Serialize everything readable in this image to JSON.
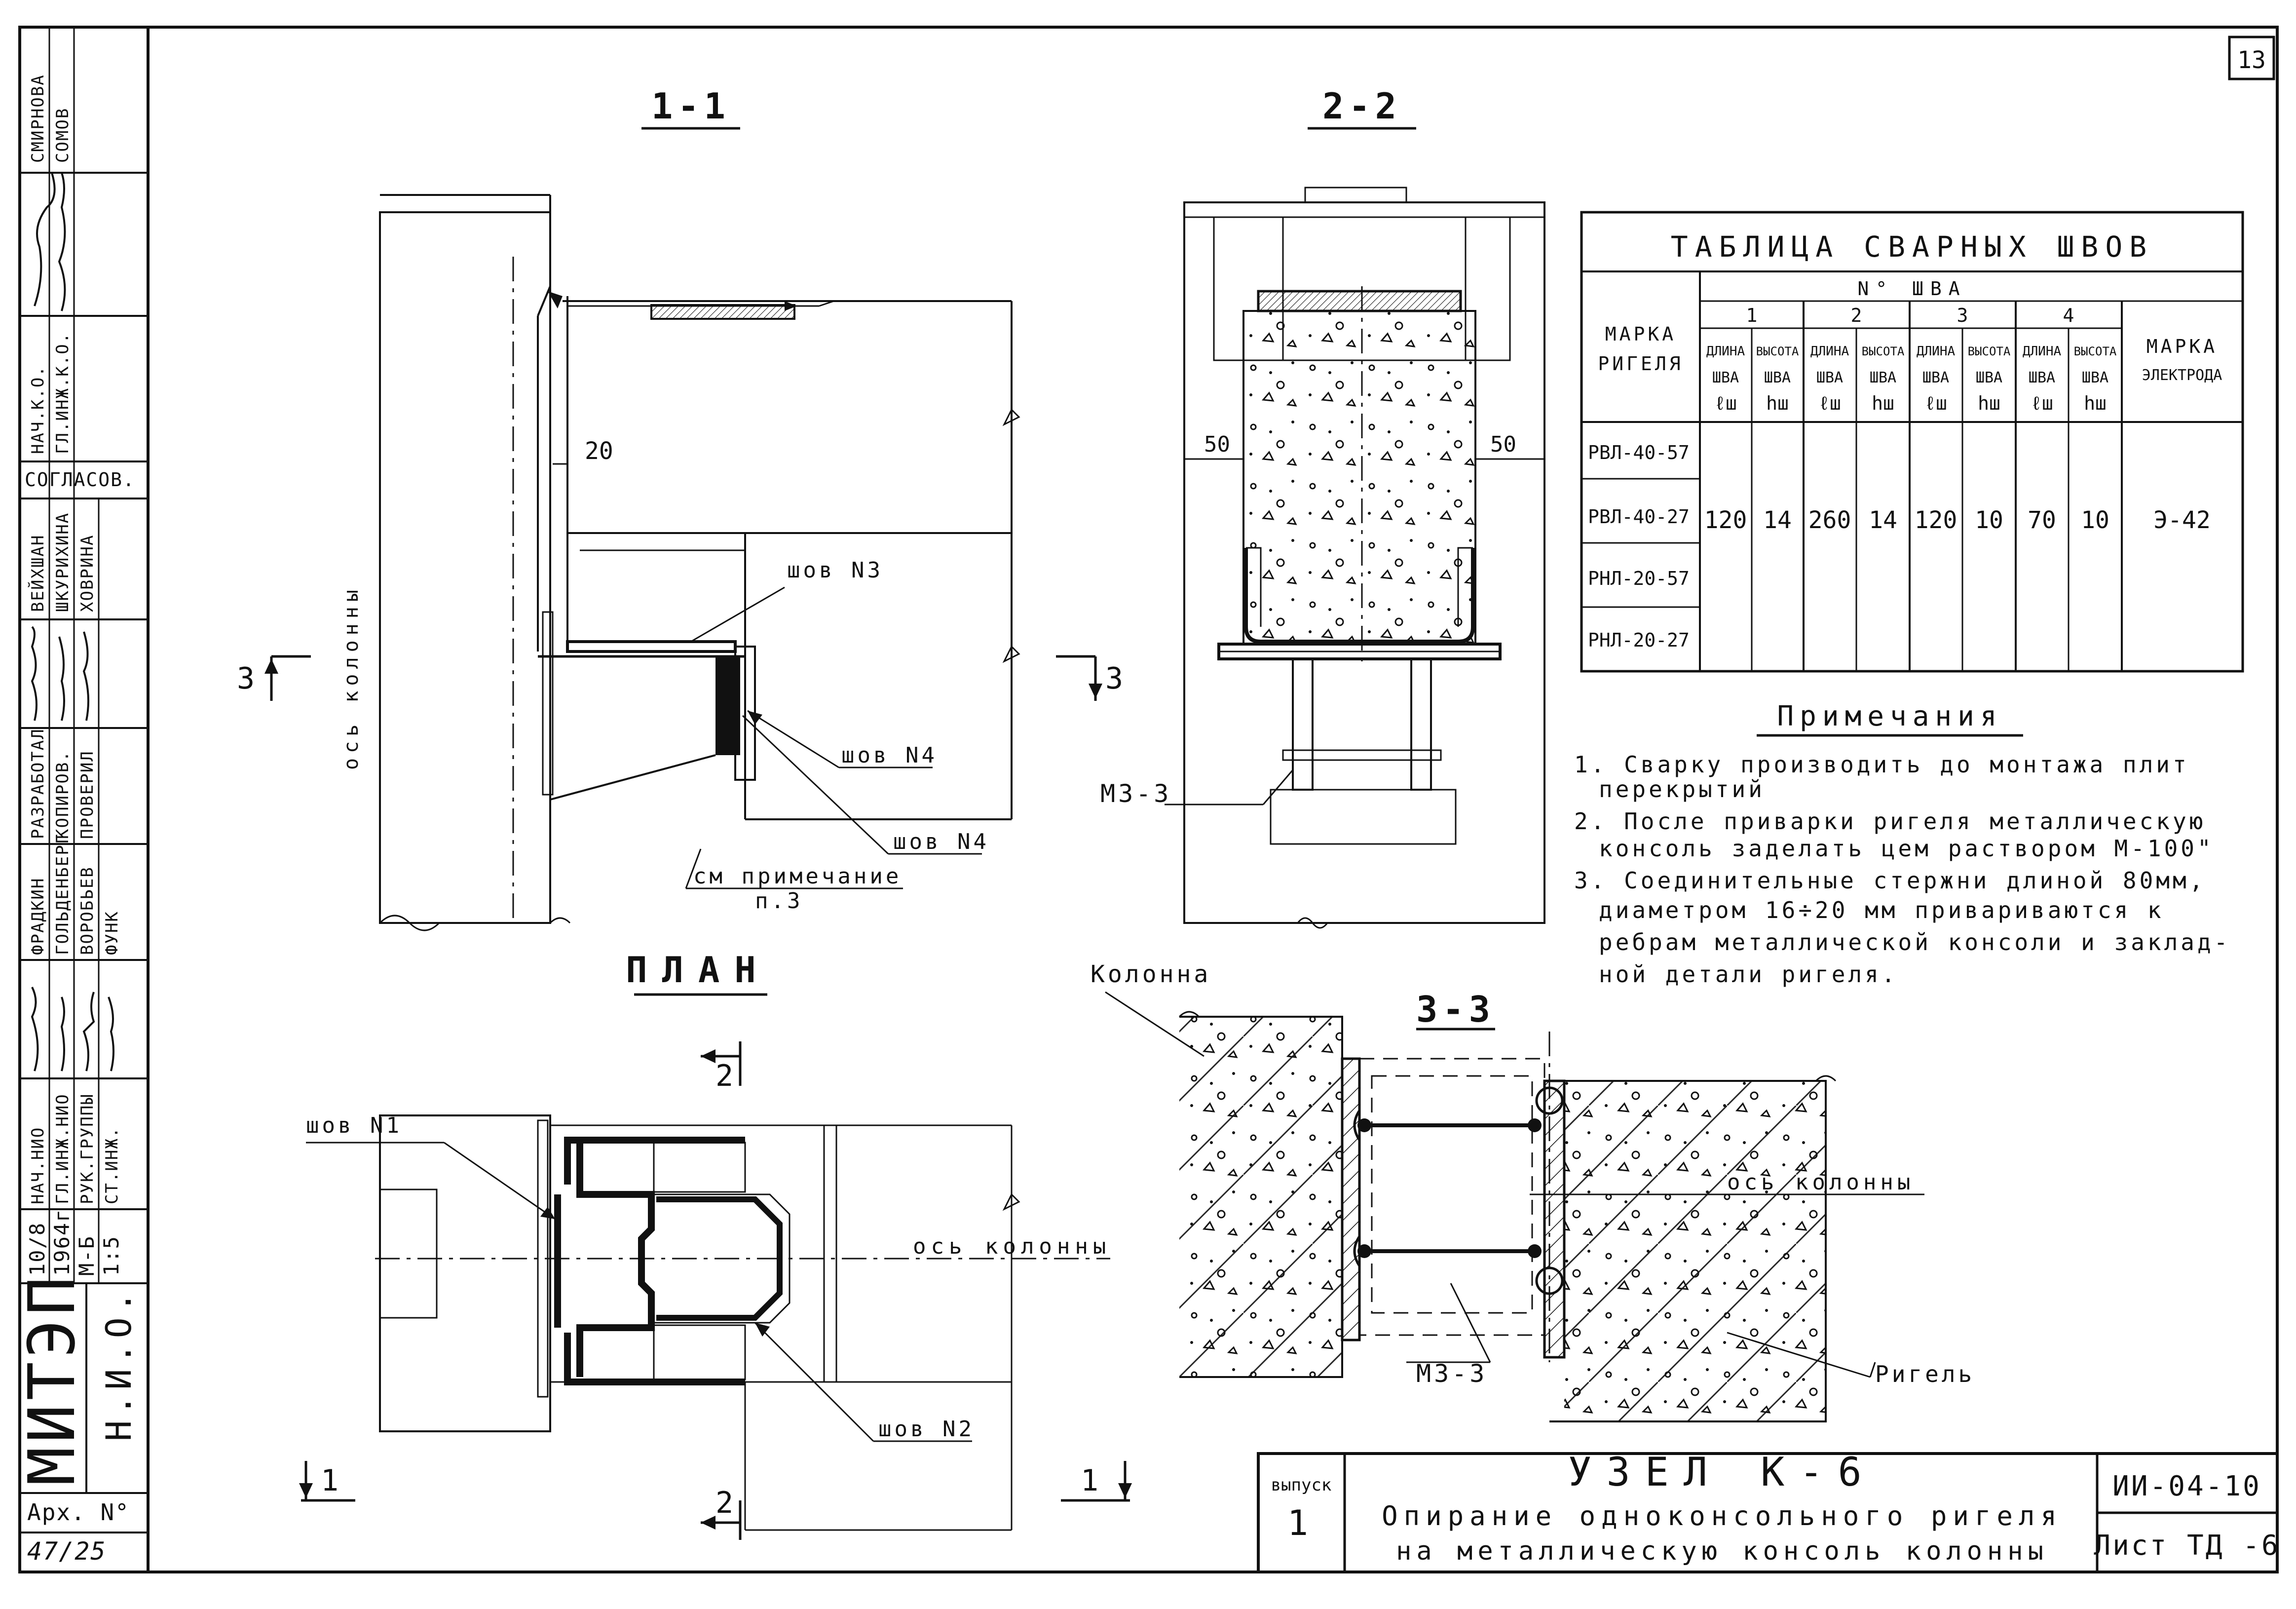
{
  "page_number": "13",
  "sections": {
    "s11": "1-1",
    "s22": "2-2",
    "s33": "3-3",
    "plan": "ПЛАН",
    "cut3_left": "3",
    "cut3_right": "3",
    "cut2_top": "2",
    "cut2_bottom": "2",
    "cut1_left": "1",
    "cut1_right": "1"
  },
  "labels": {
    "axis_vertical": "ось колонны",
    "axis_plan": "ось колонны",
    "axis_33": "ось колонны",
    "dim_20": "20",
    "dim_50_left": "50",
    "dim_50_right": "50",
    "weld3": "шов N3",
    "weld4a": "шов N4",
    "weld4b": "шов N4",
    "weld1": "шов N1",
    "weld2": "шов N2",
    "note_ref": "см примечание",
    "note_ref2": "п.3",
    "m33_a": "М3-3",
    "m33_b": "М3-3",
    "column": "Колонна",
    "rigel": "Ригель"
  },
  "weld_table": {
    "title": "ТАБЛИЦА СВАРНЫХ ШВОВ",
    "col_mark": [
      "МАРКА",
      "РИГЕЛЯ"
    ],
    "col_weld_no": "N° ШВА",
    "weld_numbers": [
      "1",
      "2",
      "3",
      "4"
    ],
    "sub_length": [
      "ДЛИНА",
      "ШВА",
      "ℓш"
    ],
    "sub_height": [
      "ВЫСОТА",
      "ШВА",
      "hш"
    ],
    "col_electrode": [
      "МАРКА",
      "ЭЛЕКТРОДА"
    ],
    "rows": [
      "РВЛ-40-57",
      "РВЛ-40-27",
      "РНЛ-20-57",
      "РНЛ-20-27"
    ],
    "values": [
      "120",
      "14",
      "260",
      "14",
      "120",
      "10",
      "70",
      "10",
      "Э-42"
    ]
  },
  "notes": {
    "heading": "Примечания",
    "lines": [
      "1. Сварку производить до монтажа плит",
      "перекрытий",
      "2. После приварки ригеля металлическую",
      "консоль заделать цем раствором М-100\"",
      "3. Соединительные стержни длиной 80мм,",
      "диаметром 16÷20 мм привариваются к",
      "ребрам металлической консоли и заклад-",
      "ной детали ригеля."
    ]
  },
  "title_block": {
    "issue_label": "выпуск",
    "issue_no": "1",
    "title_1": "УЗЕЛ К-6",
    "title_2": "Опирание одноконсольного ригеля",
    "title_3": "на металлическую консоль колонны",
    "code": "ИИ-04-10",
    "sheet": "Лист ТД -6"
  },
  "side_stamp": {
    "org": "МИТЭП",
    "dept": "Н.И.О.",
    "arch_label": "Арх. N°",
    "arch_no": "47/25",
    "date": "10/8",
    "year": "1964г",
    "scale_m": "М-Б",
    "scale": "1:5",
    "roles": [
      "НАЧ.НИО",
      "ГЛ.ИНЖ.НИО",
      "РУК.ГРУППЫ",
      "СТ.ИНЖ."
    ],
    "names_a": [
      "ФРАДКИН",
      "ГОЛЬДЕНБЕРГ",
      "ВОРОБЬЕВ",
      "ФУНК"
    ],
    "roles_b": [
      "РАЗРАБОТАЛ",
      "КОПИРОВ.",
      "ПРОВЕРИЛ"
    ],
    "names_b": [
      "ВЕЙХШАН",
      "ШКУРИХИНА",
      "ХОВРИНА"
    ],
    "agreed": "СОГЛАСОВ.",
    "roles_c": [
      "НАЧ.К.О.",
      "ГЛ.ИНЖ.К.О."
    ],
    "names_c": [
      "СМИРНОВА",
      "СОМОВ"
    ]
  }
}
